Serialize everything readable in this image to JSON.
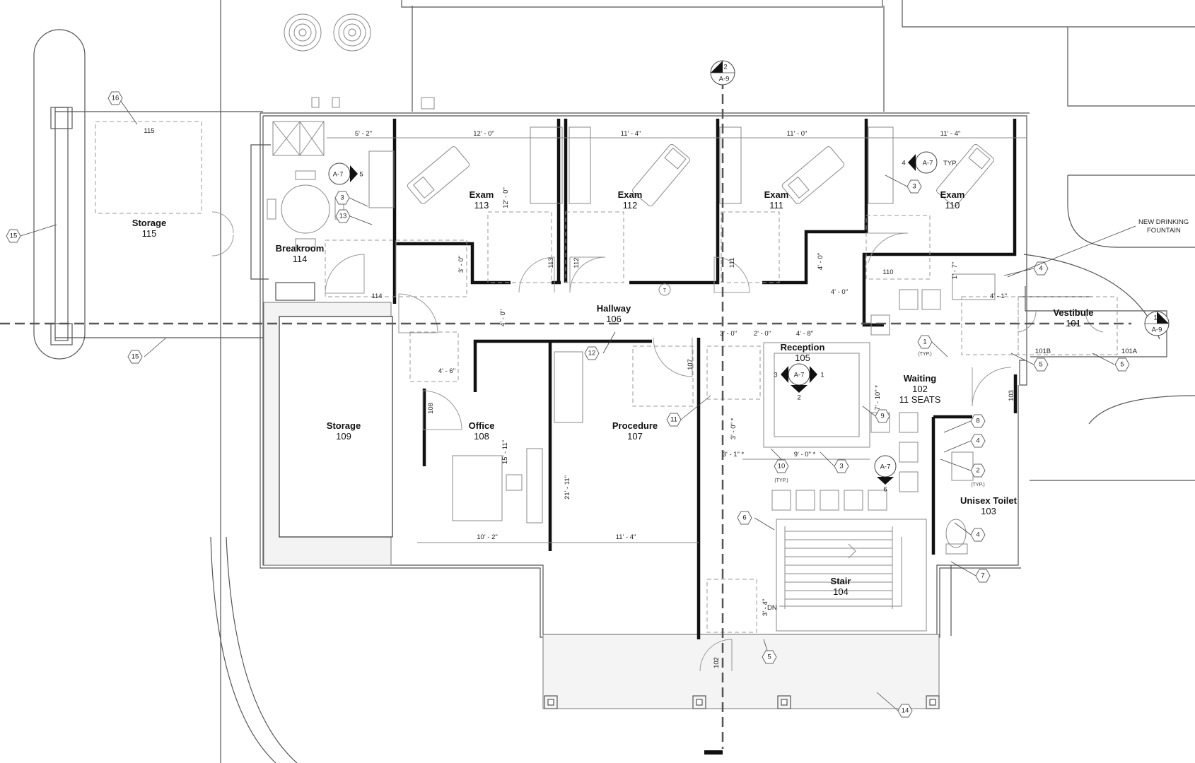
{
  "rooms": [
    {
      "name": "Storage",
      "number": "115"
    },
    {
      "name": "Breakroom",
      "number": "114"
    },
    {
      "name": "Exam",
      "number": "113"
    },
    {
      "name": "Exam",
      "number": "112"
    },
    {
      "name": "Exam",
      "number": "111"
    },
    {
      "name": "Exam",
      "number": "110"
    },
    {
      "name": "Hallway",
      "number": "106"
    },
    {
      "name": "Vestibule",
      "number": "101"
    },
    {
      "name": "Reception",
      "number": "105"
    },
    {
      "name": "Waiting",
      "number": "102",
      "extra": "11 SEATS"
    },
    {
      "name": "Storage",
      "number": "109"
    },
    {
      "name": "Office",
      "number": "108"
    },
    {
      "name": "Procedure",
      "number": "107"
    },
    {
      "name": "Unisex Toilet",
      "number": "103"
    },
    {
      "name": "Stair",
      "number": "104"
    }
  ],
  "dimensions": [
    "5' - 2\"",
    "12' - 0\"",
    "11' - 4\"",
    "11' - 0\"",
    "11' - 4\"",
    "12' - 0\"",
    "3' - 0\"",
    "4' - 0\"",
    "4' - 0\"",
    "4' - 0\"",
    "1' - 7\"",
    "4' - 1\"",
    "3' - 0\"",
    "2' - 0\"",
    "4' - 8\"",
    "4' - 6\"",
    "15' - 11\"",
    "21' - 11\"",
    "10' - 2\"",
    "11' - 4\"",
    "7' - 10\" *",
    "3' - 0\" *",
    "3' - 1\" *",
    "9' - 0\" *",
    "3' - 4\""
  ],
  "door_tags": [
    "115",
    "114",
    "113",
    "112",
    "111",
    "110",
    "108",
    "107",
    "103",
    "101B",
    "101A",
    "102"
  ],
  "keynotes": [
    "16",
    "15",
    "15",
    "3",
    "13",
    "3",
    "4",
    "12",
    "11",
    "1",
    "5",
    "5",
    "9",
    "8",
    "4",
    "2",
    "10",
    "3",
    "4",
    "7",
    "6",
    "5",
    "14"
  ],
  "typ_labels": [
    "(TYP.)",
    "(TYP.)",
    "(TYP.)",
    "TYP."
  ],
  "notes": {
    "fountain_line1": "NEW DRINKING",
    "fountain_line2": "FOUNTAIN",
    "stair_dn": "DN",
    "toilet_t": "T"
  },
  "section_markers": [
    {
      "num": "2",
      "sheet": "A-9"
    },
    {
      "num": "1",
      "sheet": "A-9"
    }
  ],
  "elevation_markers": [
    {
      "sheet": "A-7",
      "left": "",
      "right": "5",
      "bottom": ""
    },
    {
      "sheet": "A-7",
      "left": "4",
      "right": "",
      "bottom": ""
    },
    {
      "sheet": "A-7",
      "left": "3",
      "right": "1",
      "bottom": "2"
    },
    {
      "sheet": "A-7",
      "left": "",
      "right": "",
      "bottom": "6"
    }
  ]
}
